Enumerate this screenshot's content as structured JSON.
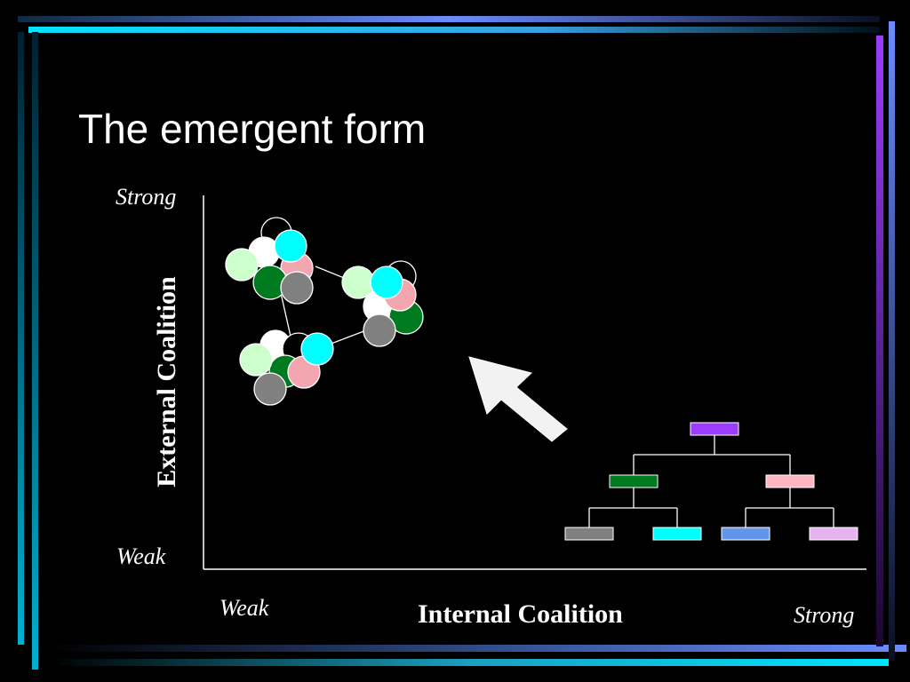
{
  "slide": {
    "title": "The emergent form"
  },
  "axes": {
    "y_label": "External Coalition",
    "x_label": "Internal Coalition",
    "y_top": "Strong",
    "y_bottom": "Weak",
    "x_left": "Weak",
    "x_right": "Strong"
  },
  "colors": {
    "background": "#000000",
    "border_cyan": "#00e5ff",
    "border_blue": "#6a8cff",
    "border_purple": "#9b3cff",
    "node_white": "#ffffff",
    "node_lightgreen": "#ccffcc",
    "node_green": "#007a1f",
    "node_cyan": "#00ffff",
    "node_pink": "#f4a6b0",
    "node_gray": "#808080",
    "box_purple": "#9b3cff",
    "box_green": "#007a1f",
    "box_pink": "#ffb6c1",
    "box_gray": "#808080",
    "box_cyan": "#00ffff",
    "box_blue": "#6495ed",
    "box_lavender": "#e6b3f0",
    "arrow": "#f2f2f2"
  }
}
